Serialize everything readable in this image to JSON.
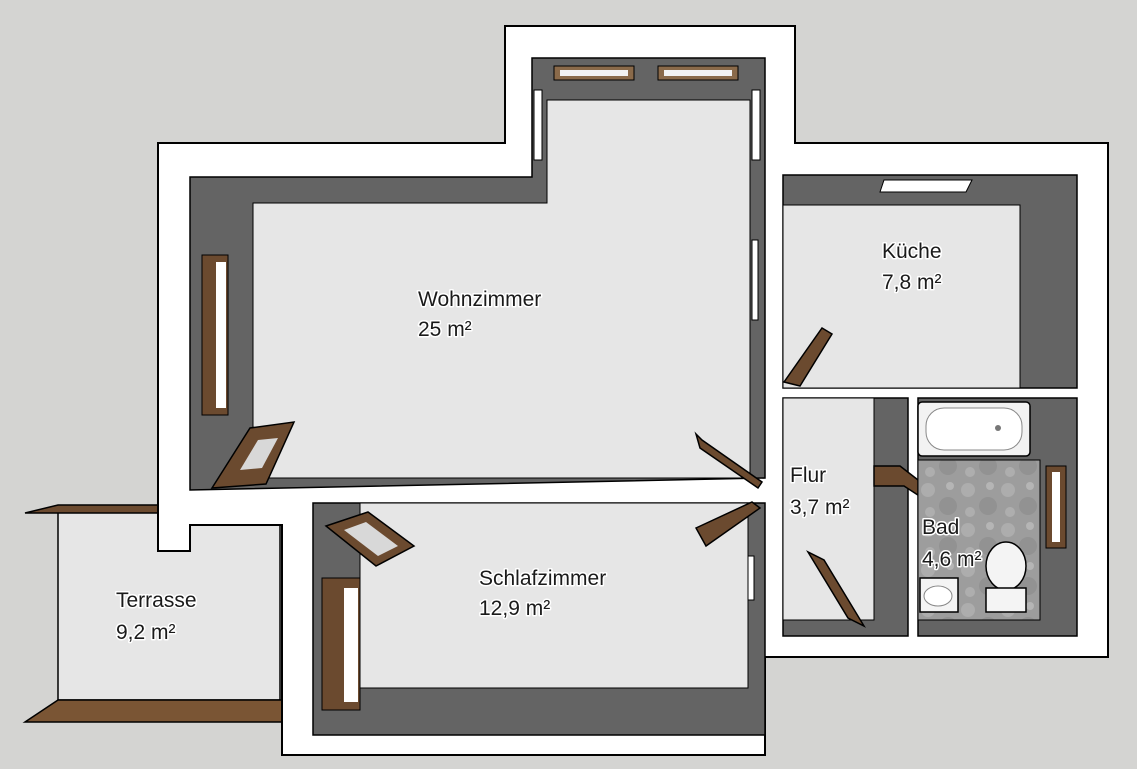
{
  "rooms": {
    "wohnzimmer": {
      "name": "Wohnzimmer",
      "area": "25 m²"
    },
    "kueche": {
      "name": "Küche",
      "area": "7,8 m²"
    },
    "flur": {
      "name": "Flur",
      "area": "3,7 m²"
    },
    "bad": {
      "name": "Bad",
      "area": "4,6 m²"
    },
    "schlafzimmer": {
      "name": "Schlafzimmer",
      "area": "12,9 m²"
    },
    "terrasse": {
      "name": "Terrasse",
      "area": "9,2 m²"
    }
  },
  "colors": {
    "background": "#d4d4d2",
    "wall_top": "#ffffff",
    "wall_inner": "#646464",
    "floor": "#e6e6e6",
    "door_wood": "#6b4a2f",
    "outline": "#000000"
  }
}
